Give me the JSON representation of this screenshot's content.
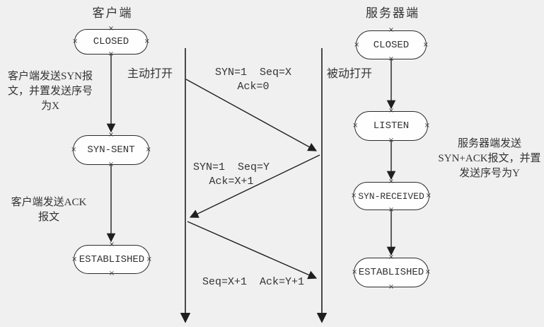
{
  "colors": {
    "background": "#f0f0f0",
    "line": "#1f1f1f",
    "box_fill": "#fefefe",
    "box_border": "#2b2b2b",
    "text": "#333333"
  },
  "client": {
    "title": "客户端",
    "open_label": "主动打开",
    "states": [
      "CLOSED",
      "SYN-SENT",
      "ESTABLISHED"
    ],
    "notes": [
      "客户端发送SYN报\n文，并置发送序号\n为X",
      "客户端发送ACK\n报文"
    ]
  },
  "server": {
    "title": "服务器端",
    "open_label": "被动打开",
    "states": [
      "CLOSED",
      "LISTEN",
      "SYN-RECEIVED",
      "ESTABLISHED"
    ],
    "note": "服务器端发送\nSYN+ACK报文，并置\n发送序号为Y"
  },
  "messages": [
    {
      "label": "SYN=1  Seq=X  Ack=0",
      "from": "client",
      "to": "server"
    },
    {
      "label": "SYN=1  Seq=Y\nAck=X+1",
      "from": "server",
      "to": "client"
    },
    {
      "label": "Seq=X+1  Ack=Y+1",
      "from": "client",
      "to": "server"
    }
  ]
}
